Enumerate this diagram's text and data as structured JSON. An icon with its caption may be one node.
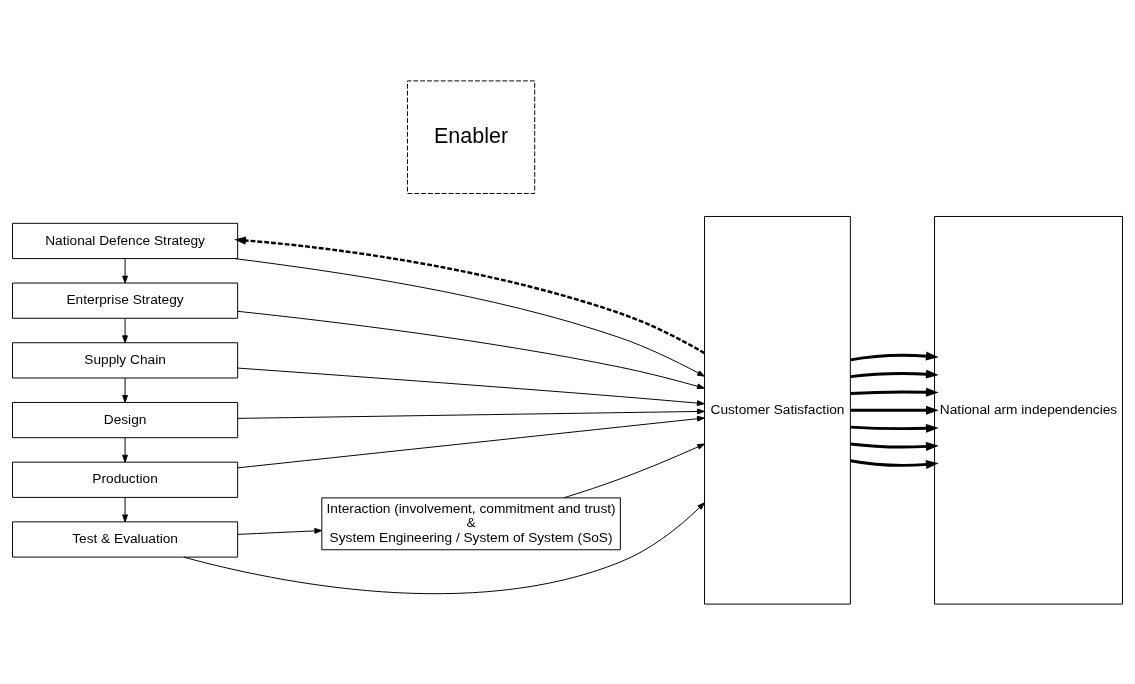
{
  "diagram": {
    "nodes": [
      {
        "text": [
          "National Defence Strategy"
        ]
      },
      {
        "text": [
          "Enterprise Strategy"
        ]
      },
      {
        "text": [
          "Supply Chain"
        ]
      },
      {
        "text": [
          "Design"
        ]
      },
      {
        "text": [
          "Production"
        ]
      },
      {
        "text": [
          "Test & Evaluation"
        ]
      },
      {
        "text": [
          "Enabler"
        ]
      },
      {
        "text": [
          "Interaction (involvement, commitment and trust)",
          "&",
          "System Engineering / System of System (SoS)"
        ]
      },
      {
        "text": [
          "Customer Satisfaction"
        ]
      },
      {
        "text": [
          "National arm independencies"
        ]
      }
    ],
    "edges": [
      {
        "from": 0,
        "to": 1,
        "arrow": "to"
      },
      {
        "from": 1,
        "to": 2,
        "arrow": "to"
      },
      {
        "from": 2,
        "to": 3,
        "arrow": "to"
      },
      {
        "from": 3,
        "to": 4,
        "arrow": "to"
      },
      {
        "from": 4,
        "to": 5,
        "arrow": "to"
      },
      {
        "from": 0,
        "to": 8,
        "arrow": "to"
      },
      {
        "from": 1,
        "to": 8,
        "arrow": "to"
      },
      {
        "from": 2,
        "to": 8,
        "arrow": "to"
      },
      {
        "from": 3,
        "to": 8,
        "arrow": "to"
      },
      {
        "from": 4,
        "to": 8,
        "arrow": "to"
      },
      {
        "from": 5,
        "to": 8,
        "arrow": "to"
      },
      {
        "from": 8,
        "to": 0,
        "arrow": "to",
        "style": "dashed"
      },
      {
        "from": 5,
        "to": 7,
        "arrow": "to"
      },
      {
        "from": 7,
        "to": 8,
        "arrow": "to"
      },
      {
        "from": 8,
        "to": 9,
        "arrow": "to",
        "style": "thick"
      },
      {
        "from": 8,
        "to": 9,
        "arrow": "to",
        "style": "thick"
      },
      {
        "from": 8,
        "to": 9,
        "arrow": "to",
        "style": "thick"
      },
      {
        "from": 8,
        "to": 9,
        "arrow": "to",
        "style": "thick"
      },
      {
        "from": 8,
        "to": 9,
        "arrow": "to",
        "style": "thick"
      },
      {
        "from": 8,
        "to": 9,
        "arrow": "to",
        "style": "thick"
      },
      {
        "from": 8,
        "to": 9,
        "arrow": "to",
        "style": "thick"
      }
    ]
  }
}
